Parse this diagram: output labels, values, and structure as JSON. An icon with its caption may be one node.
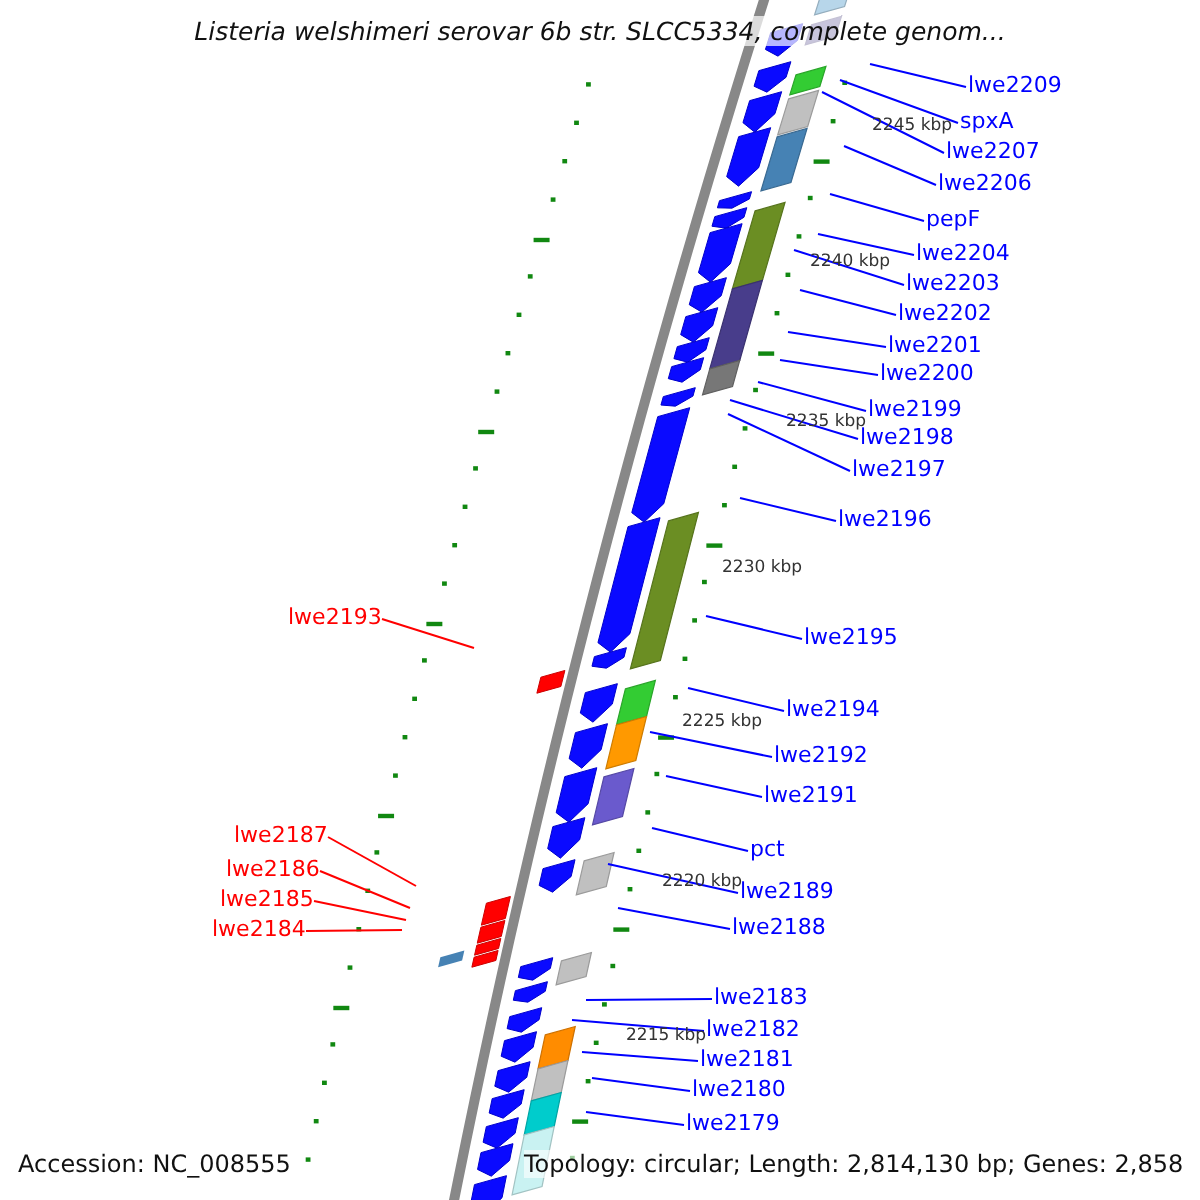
{
  "diagram": {
    "title": "Listeria welshimeri serovar 6b str. SLCC5334, complete genom...",
    "nodes": [
      {
        "text": [
          "lwe2209"
        ]
      },
      {
        "text": [
          "spxA"
        ]
      },
      {
        "text": [
          "lwe2207"
        ]
      },
      {
        "text": [
          "lwe2206"
        ]
      },
      {
        "text": [
          "pepF"
        ]
      },
      {
        "text": [
          "lwe2204"
        ]
      },
      {
        "text": [
          "lwe2203"
        ]
      },
      {
        "text": [
          "lwe2202"
        ]
      },
      {
        "text": [
          "lwe2201"
        ]
      },
      {
        "text": [
          "lwe2200"
        ]
      },
      {
        "text": [
          "lwe2199"
        ]
      },
      {
        "text": [
          "lwe2198"
        ]
      },
      {
        "text": [
          "lwe2197"
        ]
      },
      {
        "text": [
          "lwe2196"
        ]
      },
      {
        "text": [
          "lwe2193"
        ]
      },
      {
        "text": [
          "lwe2195"
        ]
      },
      {
        "text": [
          "lwe2194"
        ]
      },
      {
        "text": [
          "lwe2192"
        ]
      },
      {
        "text": [
          "lwe2191"
        ]
      },
      {
        "text": [
          "lwe2187"
        ]
      },
      {
        "text": [
          "pct"
        ]
      },
      {
        "text": [
          "lwe2186"
        ]
      },
      {
        "text": [
          "lwe2189"
        ]
      },
      {
        "text": [
          "lwe2185"
        ]
      },
      {
        "text": [
          "lwe2184"
        ]
      },
      {
        "text": [
          "lwe2188"
        ]
      },
      {
        "text": [
          "lwe2183"
        ]
      },
      {
        "text": [
          "lwe2182"
        ]
      },
      {
        "text": [
          "lwe2181"
        ]
      },
      {
        "text": [
          "lwe2180"
        ]
      },
      {
        "text": [
          "lwe2179"
        ]
      }
    ],
    "edges": [
      {
        "from": 0,
        "to": null,
        "arrow": "none"
      },
      {
        "from": 1,
        "to": null,
        "arrow": "none"
      },
      {
        "from": 2,
        "to": null,
        "arrow": "none"
      },
      {
        "from": 3,
        "to": null,
        "arrow": "none"
      },
      {
        "from": 4,
        "to": null,
        "arrow": "none"
      },
      {
        "from": 5,
        "to": null,
        "arrow": "none"
      },
      {
        "from": 6,
        "to": null,
        "arrow": "none"
      },
      {
        "from": 7,
        "to": null,
        "arrow": "none"
      },
      {
        "from": 8,
        "to": null,
        "arrow": "none"
      },
      {
        "from": 9,
        "to": null,
        "arrow": "none"
      },
      {
        "from": 10,
        "to": null,
        "arrow": "none"
      },
      {
        "from": 11,
        "to": null,
        "arrow": "none"
      },
      {
        "from": 12,
        "to": null,
        "arrow": "none"
      },
      {
        "from": 13,
        "to": null,
        "arrow": "none"
      },
      {
        "from": 14,
        "to": null,
        "arrow": "none",
        "color": "#ff0000"
      },
      {
        "from": 15,
        "to": null,
        "arrow": "none"
      },
      {
        "from": 16,
        "to": null,
        "arrow": "none"
      },
      {
        "from": 17,
        "to": null,
        "arrow": "none"
      },
      {
        "from": 18,
        "to": null,
        "arrow": "none"
      },
      {
        "from": 19,
        "to": null,
        "arrow": "none",
        "color": "#ff0000"
      },
      {
        "from": 20,
        "to": null,
        "arrow": "none"
      },
      {
        "from": 21,
        "to": null,
        "arrow": "none",
        "color": "#ff0000"
      },
      {
        "from": 22,
        "to": null,
        "arrow": "none"
      },
      {
        "from": 23,
        "to": null,
        "arrow": "none",
        "color": "#ff0000"
      },
      {
        "from": 24,
        "to": null,
        "arrow": "none",
        "color": "#ff0000"
      },
      {
        "from": 25,
        "to": null,
        "arrow": "none"
      },
      {
        "from": 26,
        "to": null,
        "arrow": "none"
      },
      {
        "from": 27,
        "to": null,
        "arrow": "none"
      },
      {
        "from": 28,
        "to": null,
        "arrow": "none"
      },
      {
        "from": 29,
        "to": null,
        "arrow": "none"
      },
      {
        "from": 30,
        "to": null,
        "arrow": "none"
      }
    ],
    "labels": [
      "2245 kbp",
      "2240 kbp",
      "2235 kbp",
      "2230 kbp",
      "2225 kbp",
      "2220 kbp",
      "2215 kbp",
      "Accession: NC_008555",
      "Topology: circular; Length: 2,814,130 bp; Genes: 2,858"
    ]
  }
}
